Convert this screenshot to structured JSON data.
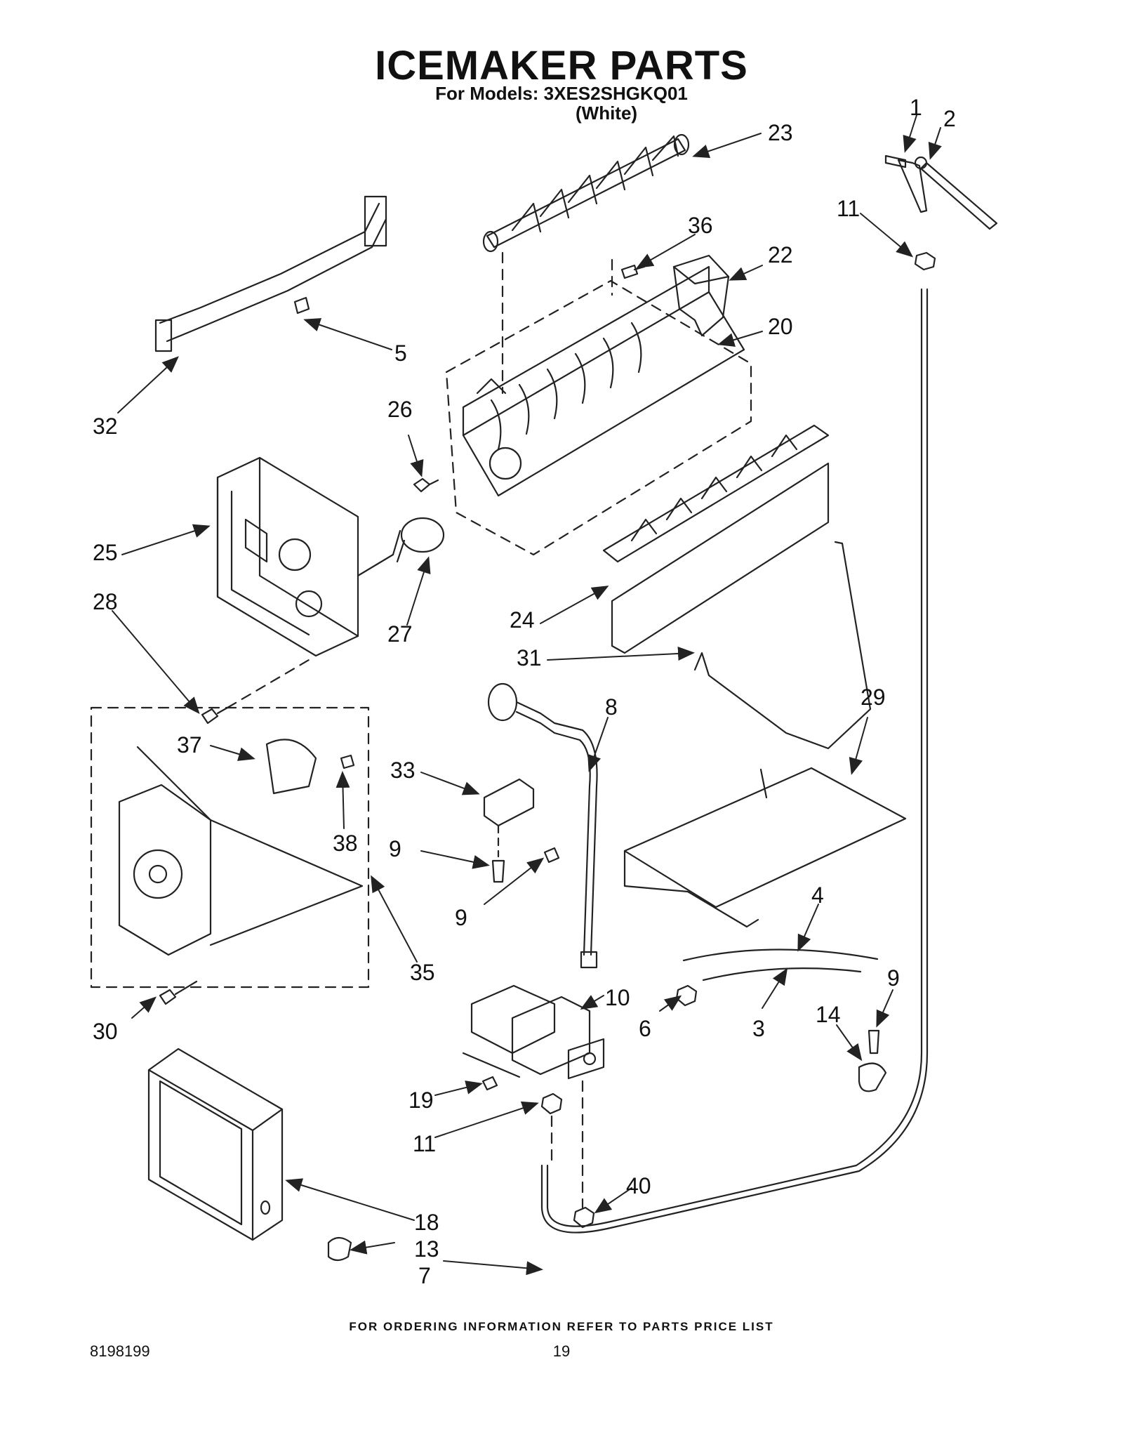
{
  "header": {
    "title": "ICEMAKER PARTS",
    "models_line": "For Models: 3XES2SHGKQ01",
    "color_line": "(White)"
  },
  "callouts": [
    "1",
    "2",
    "23",
    "36",
    "22",
    "11",
    "20",
    "5",
    "32",
    "26",
    "25",
    "27",
    "28",
    "24",
    "31",
    "8",
    "29",
    "37",
    "38",
    "33",
    "9",
    "9",
    "35",
    "4",
    "30",
    "10",
    "6",
    "3",
    "9",
    "14",
    "19",
    "11",
    "40",
    "18",
    "13",
    "7"
  ],
  "footer": {
    "ordering_note": "FOR ORDERING INFORMATION REFER TO PARTS PRICE LIST",
    "document_number": "8198199",
    "page_number": "19"
  }
}
